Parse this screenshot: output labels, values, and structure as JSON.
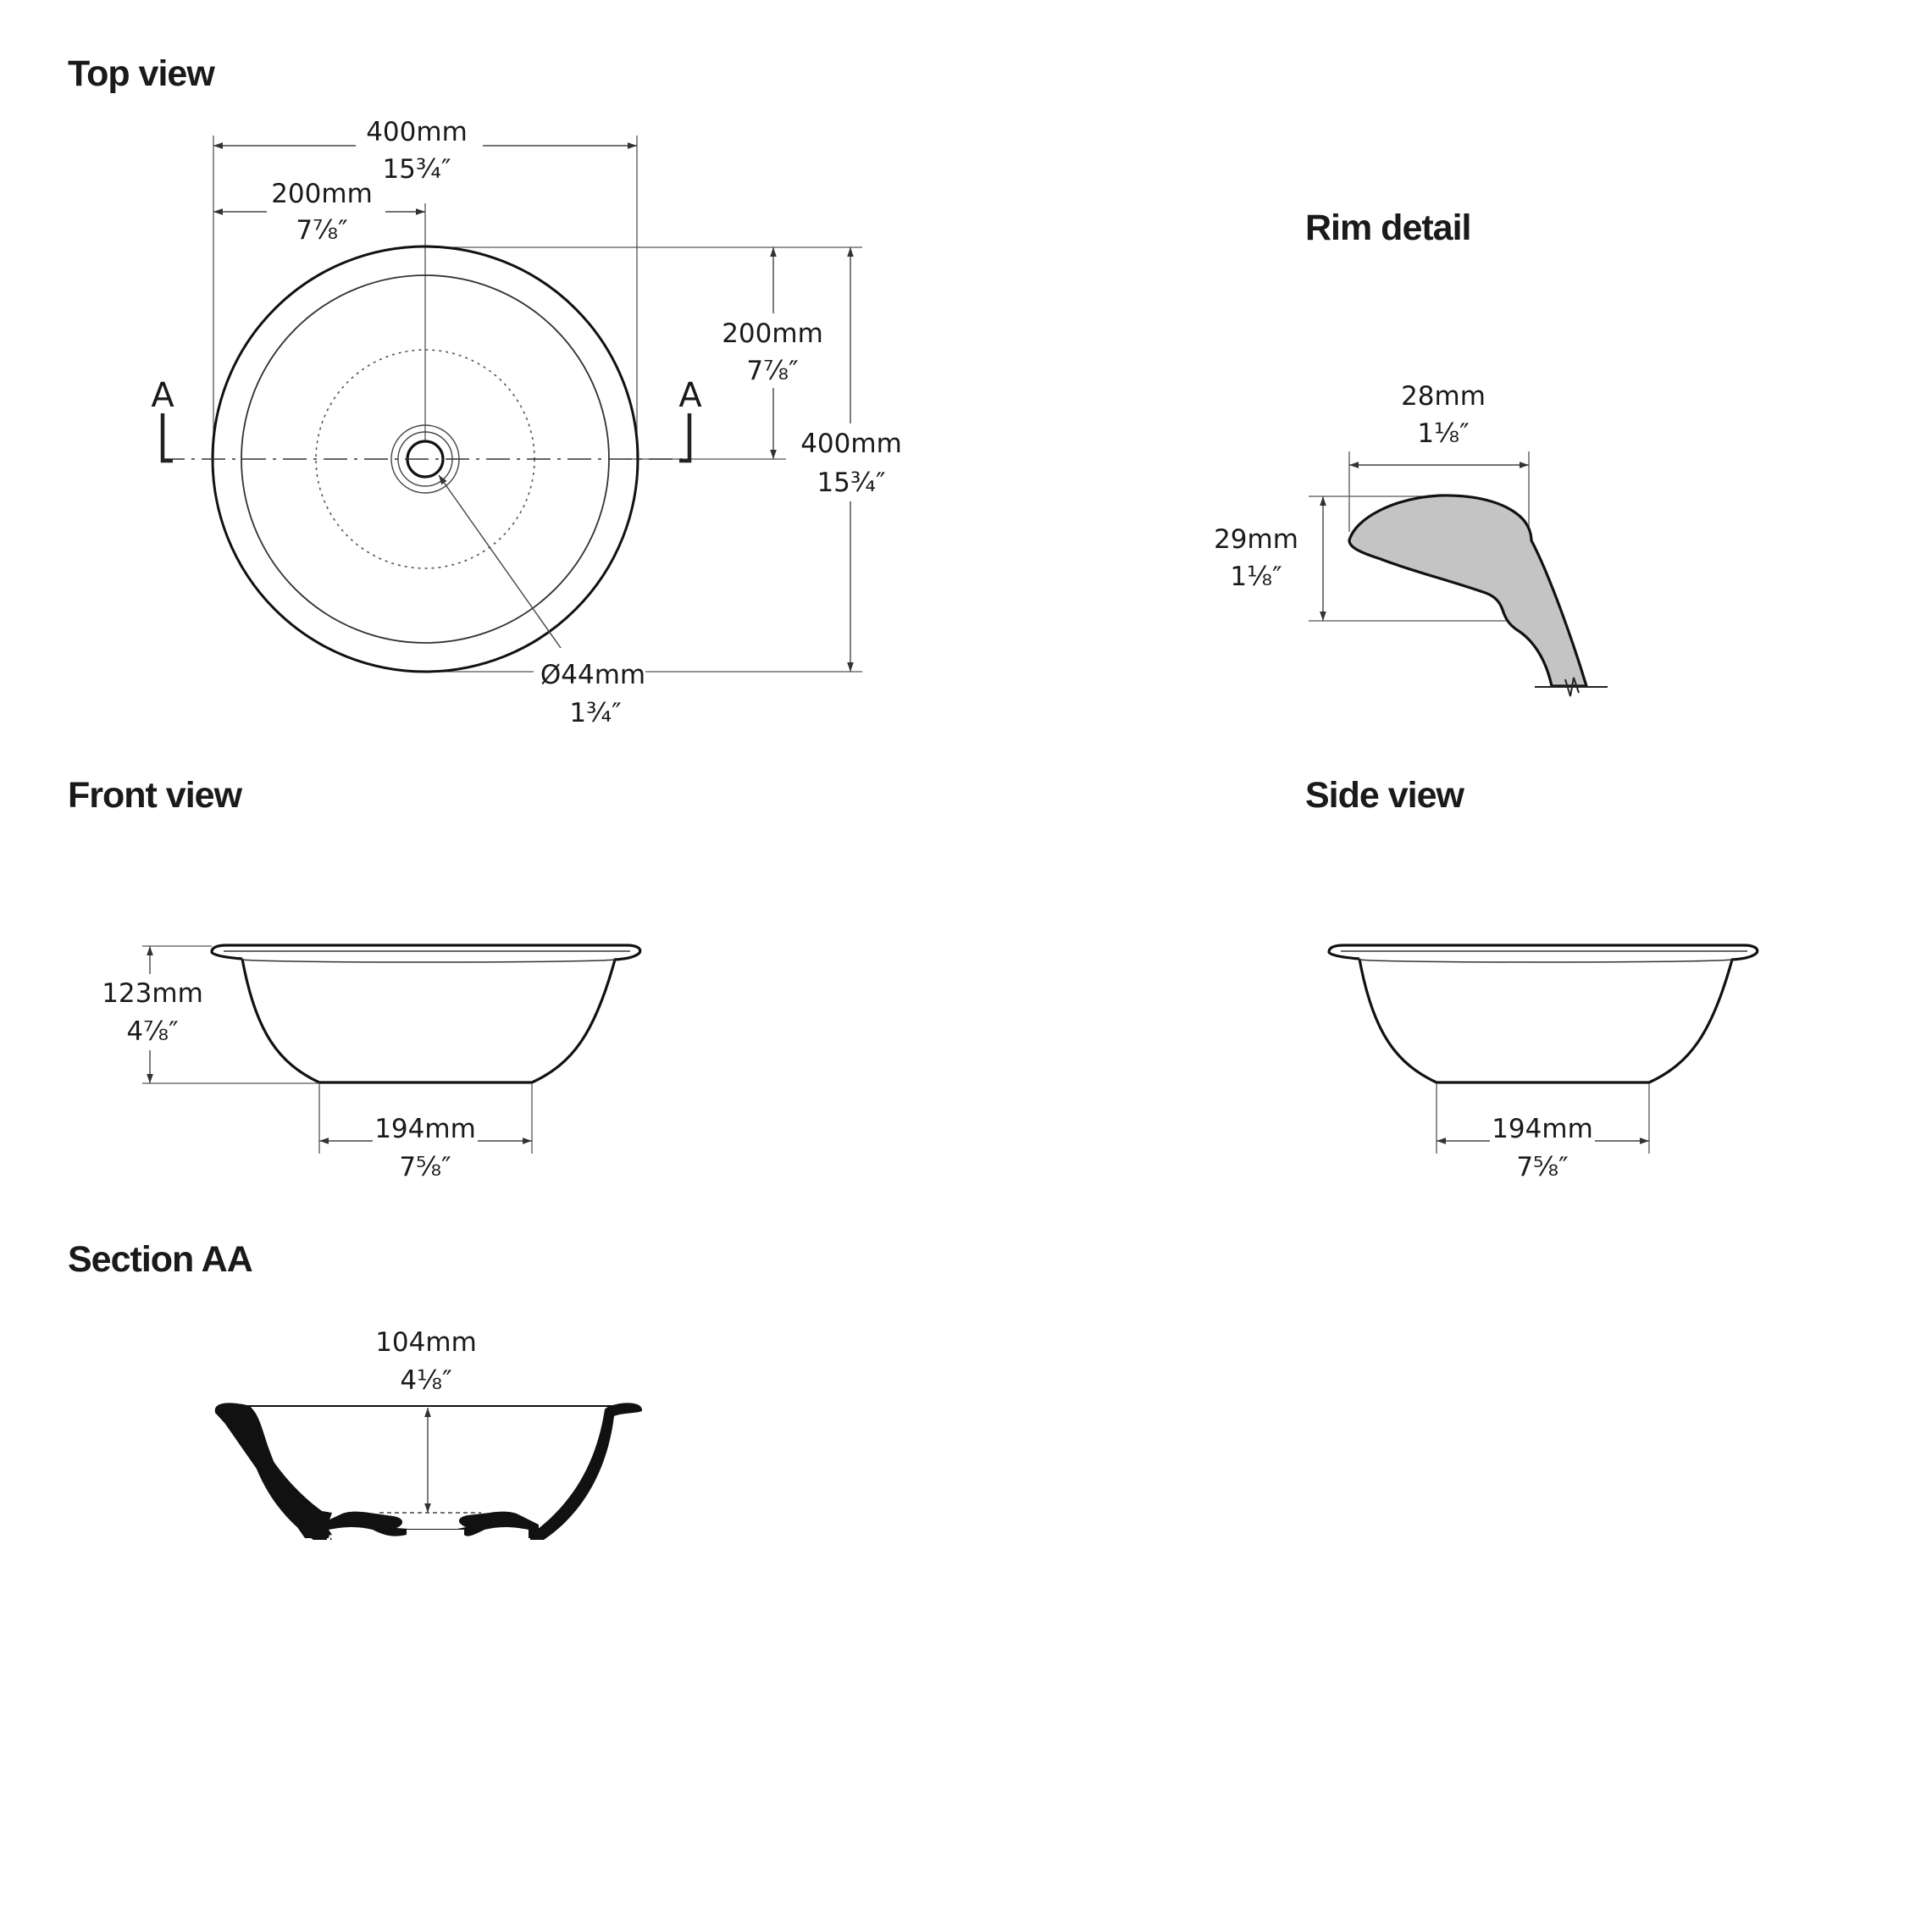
{
  "views": {
    "top": {
      "title": "Top view",
      "width_mm": "400mm",
      "width_in": "15¾″",
      "half_width_mm": "200mm",
      "half_width_in": "7⅞″",
      "half_depth_mm": "200mm",
      "half_depth_in": "7⅞″",
      "depth_mm": "400mm",
      "depth_in": "15¾″",
      "drain_mm": "Ø44mm",
      "drain_in": "1¾″",
      "section_left": "A",
      "section_right": "A"
    },
    "rim": {
      "title": "Rim detail",
      "width_mm": "28mm",
      "width_in": "1⅛″",
      "height_mm": "29mm",
      "height_in": "1⅛″",
      "fill_color": "#c4c4c4"
    },
    "front": {
      "title": "Front view",
      "height_mm": "123mm",
      "height_in": "4⅞″",
      "base_mm": "194mm",
      "base_in": "7⅝″"
    },
    "side": {
      "title": "Side view",
      "base_mm": "194mm",
      "base_in": "7⅝″"
    },
    "section": {
      "title": "Section AA",
      "depth_mm": "104mm",
      "depth_in": "4⅛″"
    }
  }
}
